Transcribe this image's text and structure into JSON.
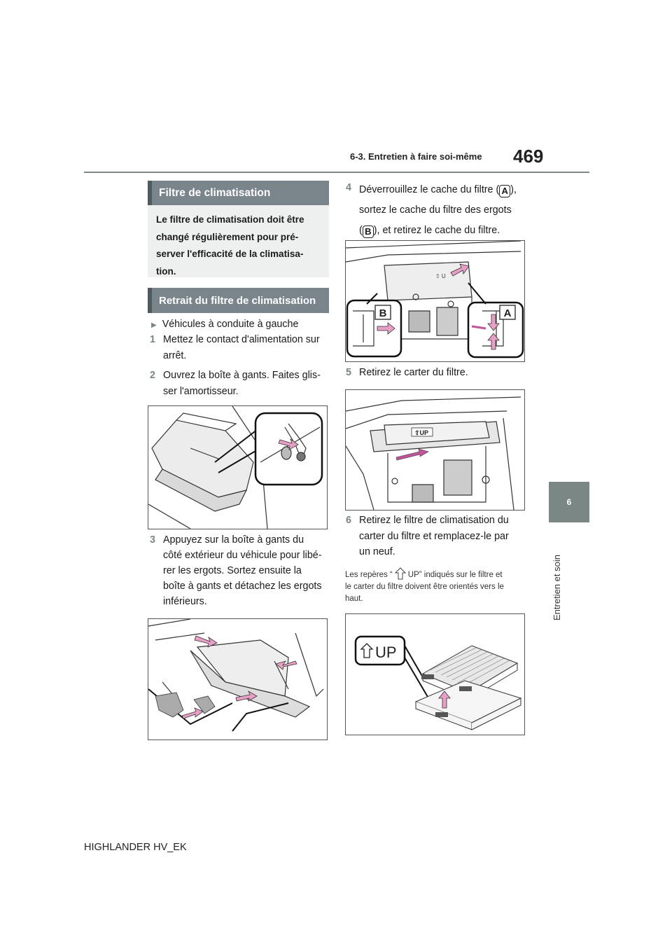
{
  "header": {
    "section": "6-3. Entretien à faire soi-même",
    "page_number": "469"
  },
  "side_tab": {
    "chapter": "6",
    "label": "Entretien et soin"
  },
  "left_column": {
    "banner_title": "Filtre de climatisation",
    "intro": [
      "Le filtre de climatisation doit être",
      "changé régulièrement pour pré-",
      "server l'efficacité de la climatisa-",
      "tion."
    ],
    "section_title": "Retrait du filtre de climatisation",
    "bullet": "Véhicules à conduite à gauche",
    "steps": [
      {
        "num": "1",
        "lines": [
          "Mettez le contact d'alimentation sur",
          "arrêt."
        ]
      },
      {
        "num": "2",
        "lines": [
          "Ouvrez la boîte à gants. Faites glis-",
          "ser l'amortisseur."
        ]
      },
      {
        "num": "3",
        "lines": [
          "Appuyez sur la boîte à gants du",
          "côté extérieur du véhicule pour libé-",
          "rer les ergots. Sortez ensuite la",
          "boîte à gants et détachez les ergots",
          "inférieurs."
        ]
      }
    ]
  },
  "right_column": {
    "step4": {
      "num": "4",
      "line1_a": "Déverrouillez le cache du filtre (",
      "label_a": "A",
      "line1_b": "),",
      "line2": "sortez le cache du filtre des ergots",
      "line3_a": "(",
      "label_b": "B",
      "line3_b": "), et retirez le cache du filtre."
    },
    "step5": {
      "num": "5",
      "text": "Retirez le carter du filtre."
    },
    "step6": {
      "num": "6",
      "lines": [
        "Retirez le filtre de climatisation du",
        "carter du filtre et remplacez-le par",
        "un neuf."
      ]
    },
    "note": {
      "line1_a": "Les repères “",
      "line1_b": "UP” indiqués sur le filtre et",
      "line2": "le carter du filtre doivent être orientés vers le",
      "line3": "haut."
    },
    "fig_labels": {
      "a": "A",
      "b": "B",
      "up": "UP"
    }
  },
  "footer": {
    "model": "HIGHLANDER HV_EK"
  }
}
